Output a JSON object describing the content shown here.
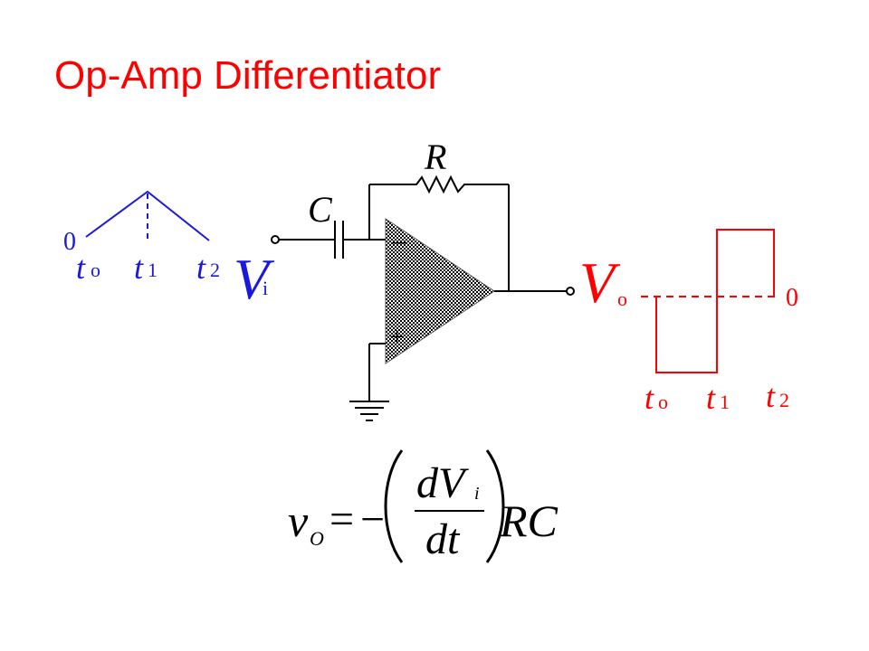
{
  "title": "Op-Amp Differentiator",
  "colors": {
    "title": "#ff0000",
    "input_wave": "#1a1adc",
    "output_wave": "#ff0000",
    "circuit": "#000000"
  },
  "input_waveform": {
    "zero": "0",
    "t0_base": "t",
    "t0_sub": "o",
    "t1_base": "t",
    "t1_sub": "1",
    "t2_base": "t",
    "t2_sub": "2"
  },
  "circuit": {
    "resistor": "R",
    "capacitor": "C",
    "input_base": "V",
    "input_sub": "i",
    "output_base": "V",
    "output_sub": "o",
    "inverting": "−",
    "noninverting": "+"
  },
  "output_waveform": {
    "zero": "0",
    "t0_base": "t",
    "t0_sub": "o",
    "t1_base": "t",
    "t1_sub": "1",
    "t2_base": "t",
    "t2_sub": "2"
  },
  "equation": {
    "lhs_base": "v",
    "lhs_sub": "O",
    "equals": "=",
    "minus": "−",
    "numerator_base": "dV",
    "numerator_sub": "i",
    "denominator": "dt",
    "rc": "RC"
  }
}
